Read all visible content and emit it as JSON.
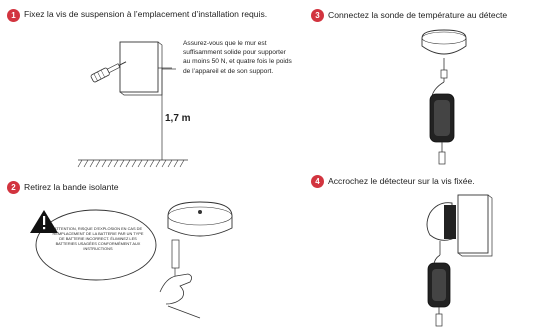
{
  "steps": [
    {
      "number": "1",
      "text": "Fixez la vis de suspension à l’emplacement d’installation requis."
    },
    {
      "number": "2",
      "text": "Retirez la bande isolante"
    },
    {
      "number": "3",
      "text": "Connectez la sonde de température au détecte"
    },
    {
      "number": "4",
      "text": "Accrochez le détecteur sur la vis fixée."
    }
  ],
  "wall_note": "Assurez-vous que le mur est suffisamment solide pour supporter au moins 50 N, et quatre fois le poids de l’appareil et de son support.",
  "mount_height": "1,7 m",
  "warning_text": "Attention, risque d’explosion en cas de remplacement de la batterie par un type de batterie incorrect. Éliminez les batteries usagées conformément aux instructions",
  "colors": {
    "badge": "#d2343f",
    "line": "#333333"
  }
}
